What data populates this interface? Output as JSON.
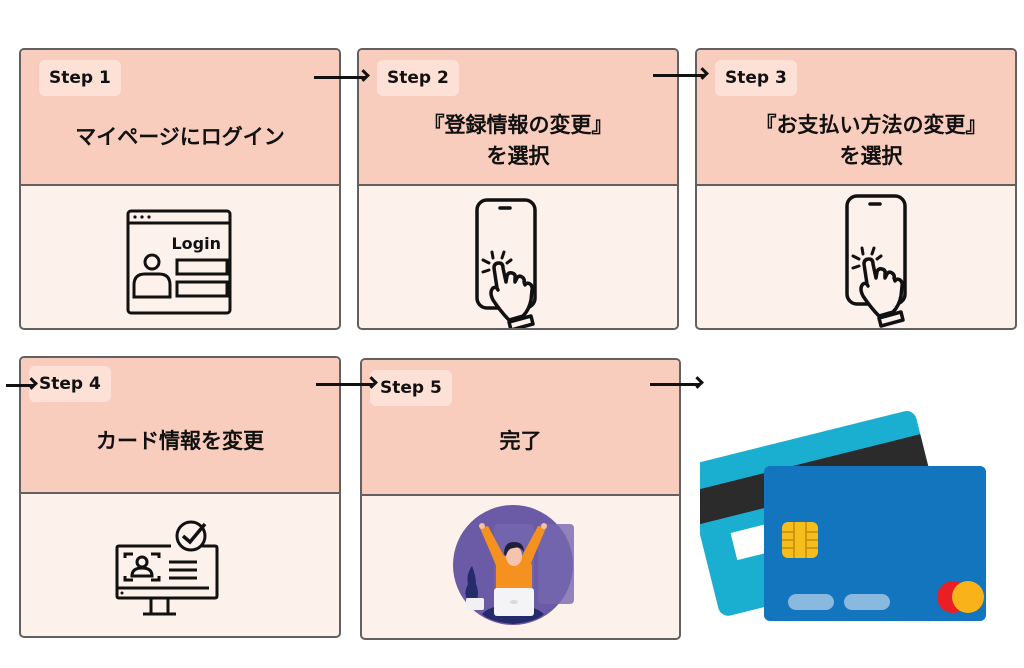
{
  "steps": [
    {
      "badge": "Step 1",
      "title_line1": "マイページにログイン",
      "title_line2": "",
      "icon": "login-window-icon",
      "icon_label": "Login"
    },
    {
      "badge": "Step 2",
      "title_line1": "『登録情報の変更』",
      "title_line2": "を選択",
      "icon": "smartphone-tap-icon"
    },
    {
      "badge": "Step 3",
      "title_line1": "『お支払い方法の変更』",
      "title_line2": "を選択",
      "icon": "smartphone-tap-icon"
    },
    {
      "badge": "Step 4",
      "title_line1": "カード情報を変更",
      "title_line2": "",
      "icon": "id-verified-monitor-icon"
    },
    {
      "badge": "Step 5",
      "title_line1": "完了",
      "title_line2": "",
      "icon": "celebrating-person-illustration"
    }
  ],
  "final_illustration": "credit-cards-illustration",
  "colors": {
    "header_bg": "#f9cdbd",
    "body_bg": "#fdf1ec",
    "badge_bg": "#fde0d6",
    "border": "#636060",
    "card_front": "#1275bd",
    "card_back": "#1aaed0",
    "chip": "#f6be1b"
  }
}
